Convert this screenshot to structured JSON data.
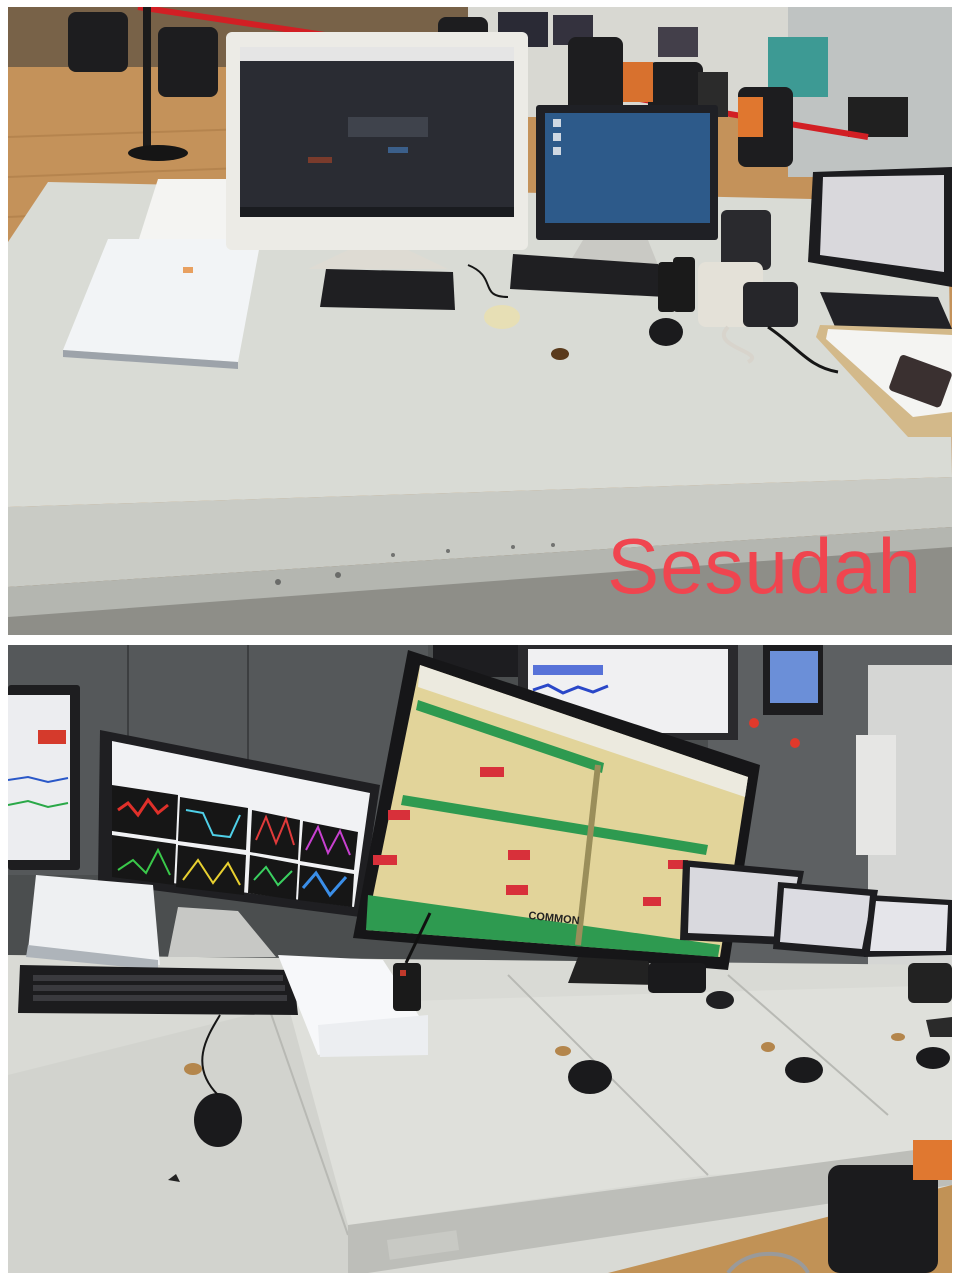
{
  "top_photo": {
    "caption": "Sesudah",
    "caption_color": "#f0454f",
    "subject": "control-room-desk-after"
  },
  "bottom_photo": {
    "screen_label": "COMMON",
    "subject": "control-room-console-with-monitors"
  },
  "colors": {
    "desk": "#d9dcd6",
    "floor": "#c9955a",
    "monitor_bezel": "#1e1e1e",
    "aio_bezel": "#e9e9e6"
  }
}
